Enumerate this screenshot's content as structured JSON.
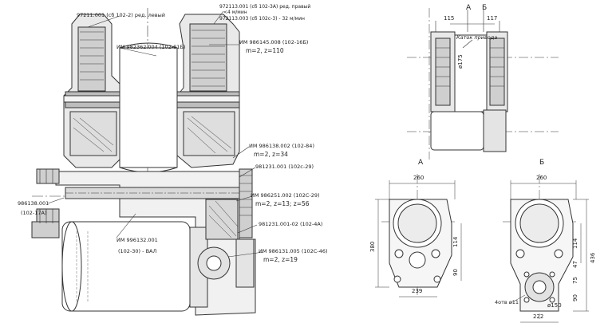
{
  "main_section_labels": {
    "l1": "97211.001 (сб 102-2) ред. левый",
    "l2a": "972113.001 (сб 102-3А) ред. правый",
    "l2b": "<4 м/мин",
    "l3": "972113.003 (сб 102с-3) - 32 м/мин",
    "l4": "ИМ 982362.004 (102-81Б)",
    "l5": "ИМ 986145.008 (102-16Б)",
    "l6": "m=2, z=110",
    "l7": "ИМ 986138.002 (102-84)",
    "l8": "m=2, z=34",
    "l9": "981231.001 (102с-29)",
    "l10": "ИМ 986251.002 (102С-29)",
    "l11": "m=2, z=13; z=56",
    "l12": "981231.001-02 (102-4А)",
    "l13": "ИМ 986131.005 (102С-46)",
    "l14": "m=2, z=19",
    "l15a": "986138.001",
    "l15b": "(102-17А)",
    "l16a": "ИМ 996132.001",
    "l16b": "(102-30) - ВАЛ"
  },
  "side_view": {
    "dim_top_left": "115",
    "dim_top_right": "117",
    "view_a": "А",
    "view_b": "Б",
    "note": "Каток привода",
    "dia": "ø175"
  },
  "view_a": {
    "title": "А",
    "width": "260",
    "height": "380",
    "mid": "114",
    "low": "90",
    "bottom": "239"
  },
  "view_b": {
    "title": "Б",
    "width": "260",
    "height": "436",
    "mid": "114",
    "d1": "47",
    "d2": "75",
    "d3": "90",
    "holes": "4отв ø11",
    "dia": "ø150",
    "bottom": "222"
  }
}
